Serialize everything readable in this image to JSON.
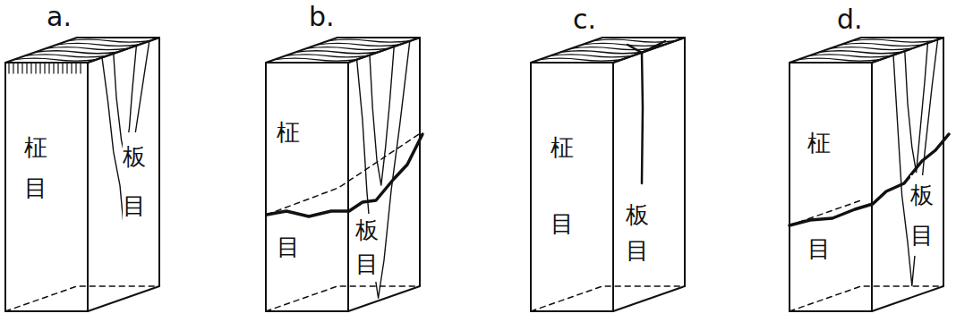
{
  "diagram": {
    "labels": [
      "a.",
      "b.",
      "c.",
      "d.",
      "柾目",
      "板目",
      "柾目",
      "板目",
      "柾目",
      "板目",
      "柾目",
      "板目"
    ]
  }
}
